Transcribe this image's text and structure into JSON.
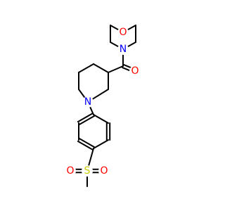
{
  "molecule": {
    "colors": {
      "bond": "#000000",
      "oxygen": "#ff0000",
      "nitrogen": "#0000ff",
      "sulfur": "#cccc00",
      "background": "#ffffff"
    },
    "atoms": [
      {
        "id": "o_morph",
        "symbol": "O",
        "element": "oxygen"
      },
      {
        "id": "n_morph",
        "symbol": "N",
        "element": "nitrogen"
      },
      {
        "id": "o_carbonyl",
        "symbol": "O",
        "element": "oxygen"
      },
      {
        "id": "n_pip",
        "symbol": "N",
        "element": "nitrogen"
      },
      {
        "id": "s_sulfonyl",
        "symbol": "S",
        "element": "sulfur"
      },
      {
        "id": "o_sulfonyl_left",
        "symbol": "O",
        "element": "oxygen"
      },
      {
        "id": "o_sulfonyl_right",
        "symbol": "O",
        "element": "oxygen"
      }
    ]
  }
}
